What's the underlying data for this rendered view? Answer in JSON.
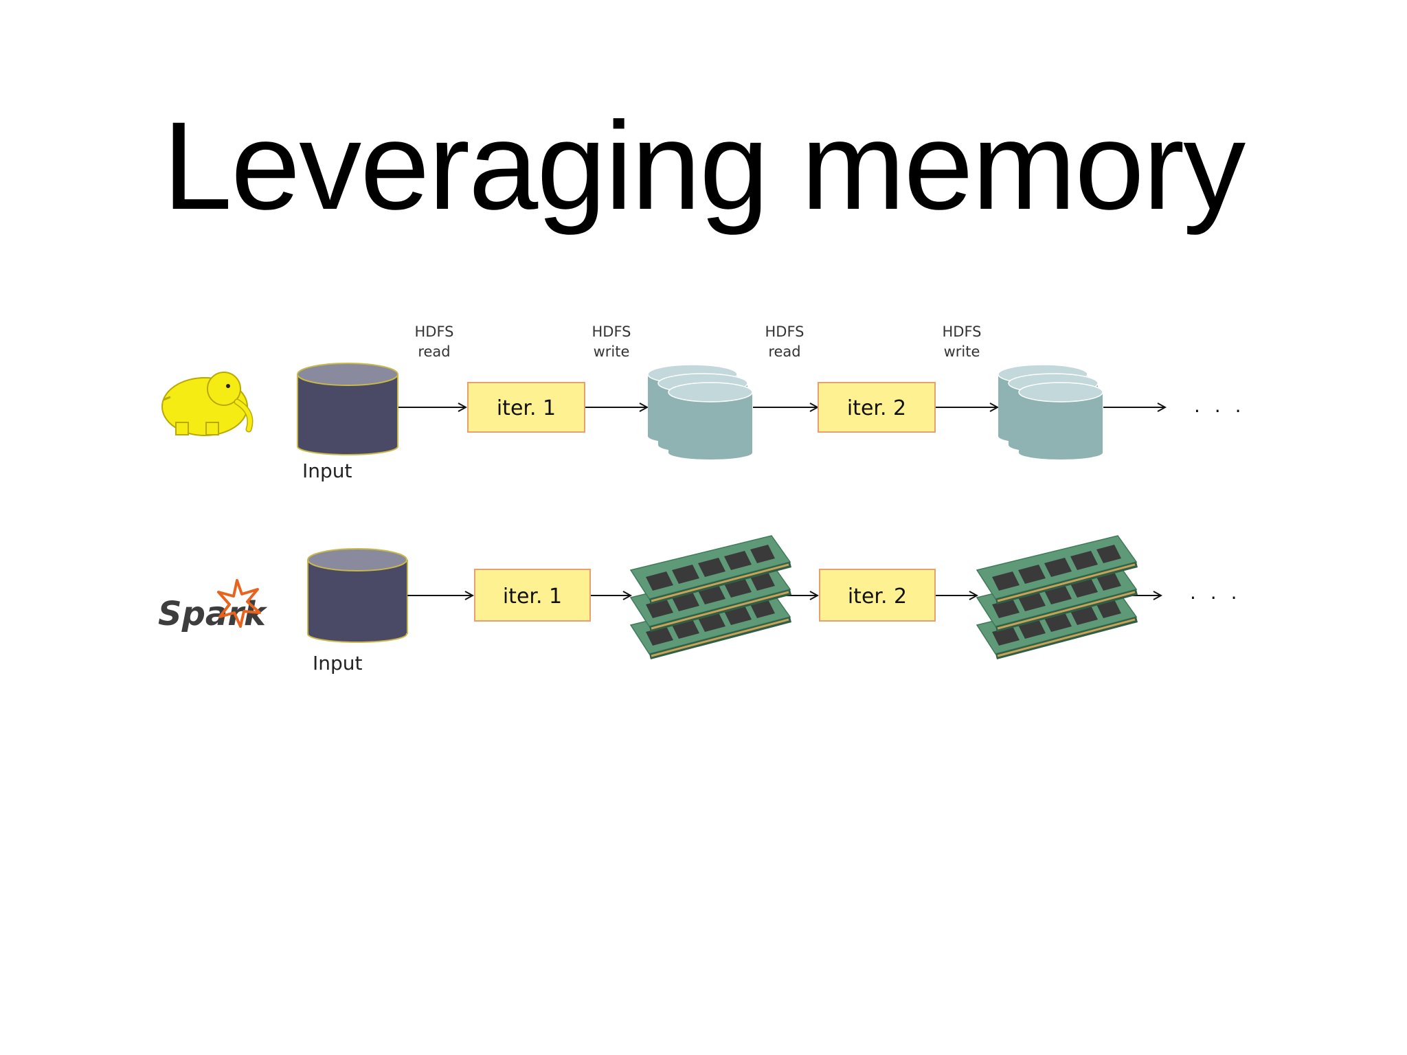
{
  "slide": {
    "title": "Leveraging memory"
  },
  "hadoop_row": {
    "input_label": "Input",
    "hdfs_labels": [
      {
        "line1": "HDFS",
        "line2": "read"
      },
      {
        "line1": "HDFS",
        "line2": "write"
      },
      {
        "line1": "HDFS",
        "line2": "read"
      },
      {
        "line1": "HDFS",
        "line2": "write"
      }
    ],
    "iterations": [
      "iter. 1",
      "iter. 2"
    ],
    "ellipsis": ". . ."
  },
  "spark_row": {
    "logo_text": "Spark",
    "input_label": "Input",
    "iterations": [
      "iter. 1",
      "iter. 2"
    ],
    "ellipsis": ". . ."
  },
  "colors": {
    "input_db": "#4a4a66",
    "input_db_top": "#8a8a9e",
    "input_db_border": "#c8b94a",
    "hdfs_disk": "#8fb3b3",
    "hdfs_disk_top": "#c2d8da",
    "iter_box": "#fdf192",
    "iter_border": "#e8a070",
    "ram_board": "#5e9a78",
    "ram_chip": "#3a3a3a",
    "hadoop_elephant": "#f5ec14",
    "spark_star": "#e8641e"
  }
}
